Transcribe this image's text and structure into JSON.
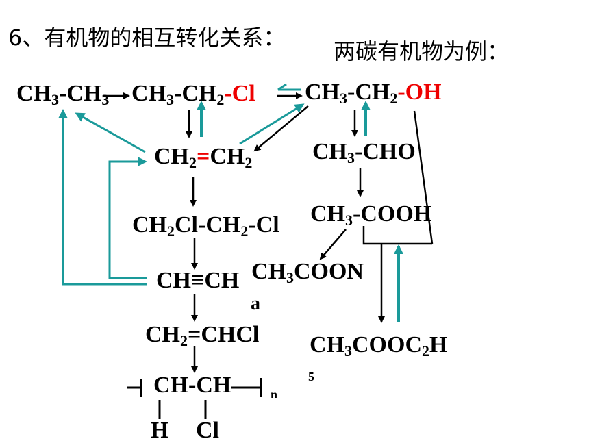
{
  "title": {
    "main": "6、有机物的相互转化关系：",
    "example": "两碳有机物为例："
  },
  "compounds": {
    "ethane": {
      "a": "CH",
      "b": "3",
      "c": "-CH",
      "d": "3"
    },
    "chloroethane": {
      "a": "CH",
      "b": "3",
      "c": "-CH",
      "d": "2",
      "e": "-Cl"
    },
    "ethanol": {
      "a": "CH",
      "b": "3",
      "c": "-CH",
      "d": "2",
      "e": "-OH"
    },
    "ethylene": {
      "a": "CH",
      "b": "2",
      "c": "=",
      "d": "CH",
      "e": "2"
    },
    "acetaldehyde": {
      "a": "CH",
      "b": "3",
      "c": "-CHO"
    },
    "dichloroethane": {
      "a": "CH",
      "b": "2",
      "c": "Cl-CH",
      "d": "2",
      "e": "-Cl"
    },
    "acetic_acid": {
      "a": "CH",
      "b": "3",
      "c": "-COOH"
    },
    "acetylene": {
      "a": "CH≡CH"
    },
    "sodium_acetate": {
      "a": "CH",
      "b": "3",
      "c": "COON",
      "d": "a"
    },
    "vinyl_chloride": {
      "a": "CH",
      "b": "2",
      "c": "=CHCl"
    },
    "ethyl_acetate": {
      "a": "CH",
      "b": "3",
      "c": "COOC",
      "d": "2",
      "e": "H",
      "f": "5"
    },
    "pvc": {
      "a": "CH-CH",
      "n": "n",
      "h": "H",
      "cl": "Cl"
    }
  },
  "colors": {
    "teal": "#1a9a9a",
    "black": "#000000",
    "red": "#ee0000"
  }
}
